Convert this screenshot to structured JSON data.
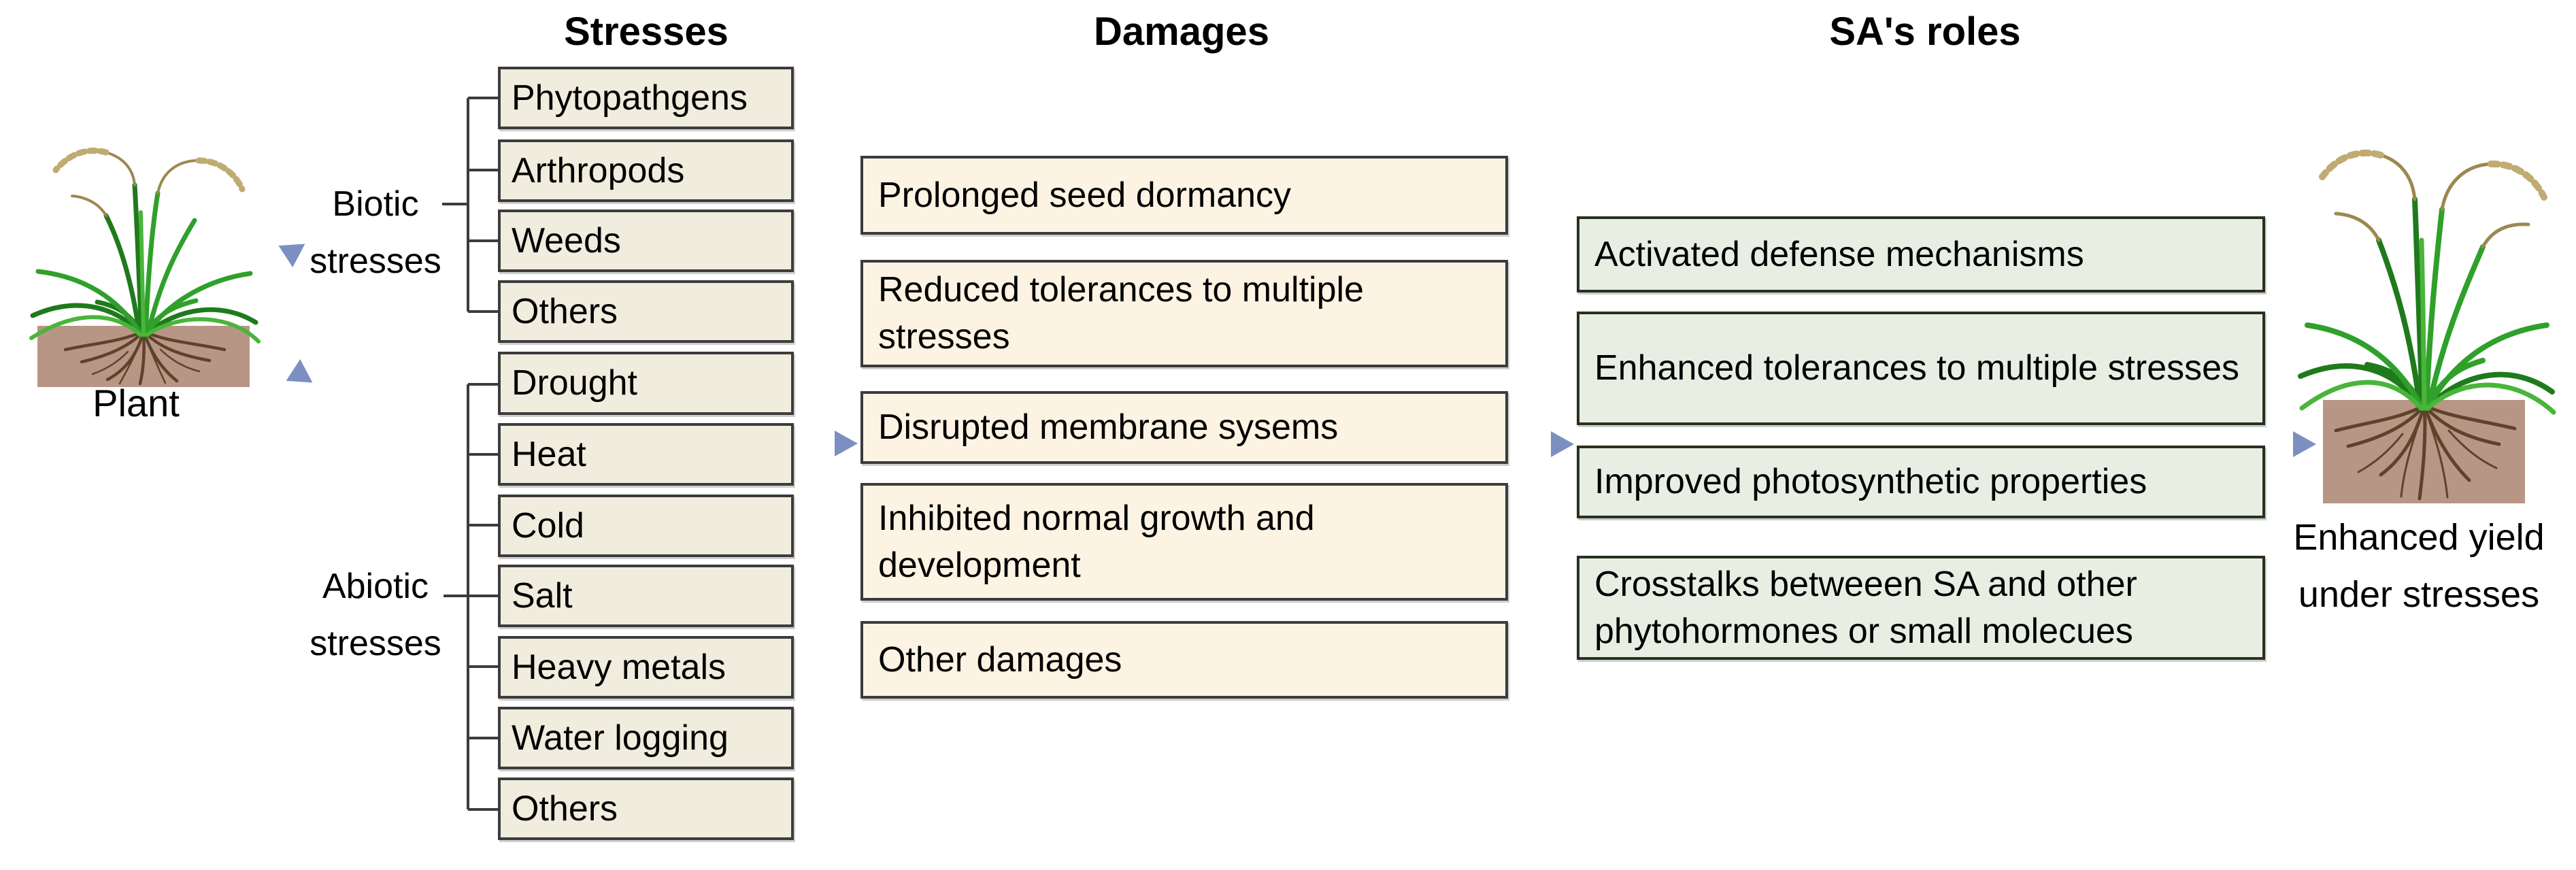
{
  "headers": {
    "stresses": "Stresses",
    "damages": "Damages",
    "sa_roles": "SA's roles"
  },
  "left_plant": {
    "label": "Plant"
  },
  "right_plant": {
    "label_line1": "Enhanced yield",
    "label_line2": "under stresses"
  },
  "biotic": {
    "label_line1": "Biotic",
    "label_line2": "stresses",
    "items": [
      "Phytopathgens",
      "Arthropods",
      "Weeds",
      "Others"
    ]
  },
  "abiotic": {
    "label_line1": "Abiotic",
    "label_line2": "stresses",
    "items": [
      "Drought",
      "Heat",
      "Cold",
      "Salt",
      "Heavy metals",
      "Water logging",
      "Others"
    ]
  },
  "damages": {
    "items": [
      "Prolonged seed dormancy",
      "Reduced tolerances to multiple stresses",
      "Disrupted membrane sysems",
      "Inhibited normal growth and development",
      "Other damages"
    ]
  },
  "sa_roles": {
    "items": [
      "Activated defense mechanisms",
      "Enhanced tolerances to multiple stresses",
      "Improved photosynthetic properties",
      "Crosstalks betweeen SA and other phytohormones or small molecues"
    ]
  },
  "icons": {
    "flow_arrow": "right-arrow",
    "plant": "rice-plant-illustration"
  },
  "colors": {
    "stress-fill": "#f0edde",
    "damage-fill": "#fdf3e3",
    "sa-fill": "#e9eee3",
    "box-border": "#3c3c3c",
    "sa-border": "#26321f",
    "arrow": "#7b90c0",
    "arrow-tail-light": "#dfe6f2",
    "bracket-line": "#3c3c3c",
    "soil": "#b79685",
    "root": "#5f422a",
    "leaf-dark": "#1f7a1c",
    "leaf-mid": "#2fa02a",
    "leaf-light": "#49b53a",
    "panicle": "#9c8850",
    "panicle-seed": "#c0ab72"
  }
}
